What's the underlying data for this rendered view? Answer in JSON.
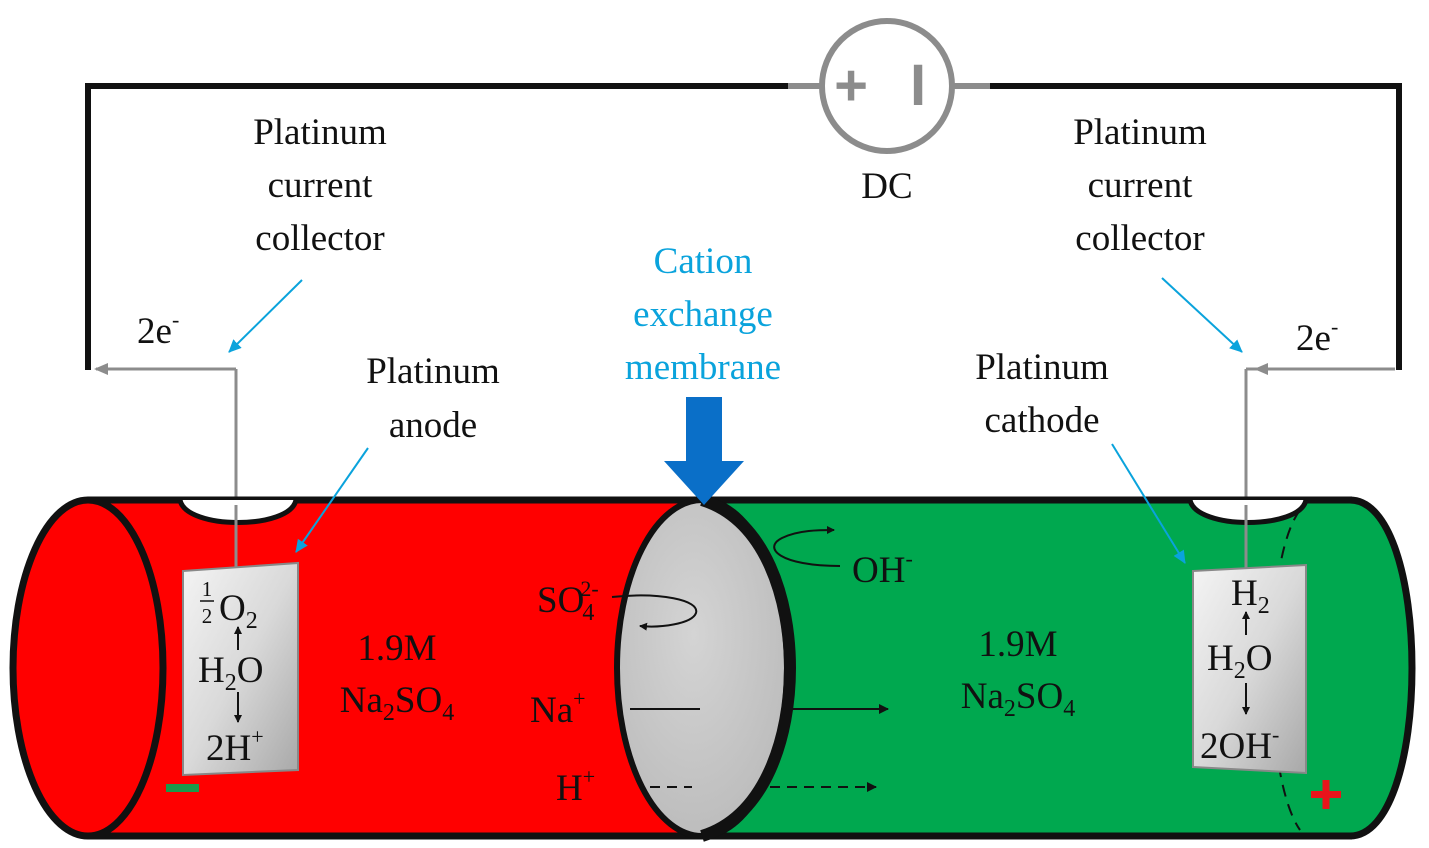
{
  "power_source": {
    "label": "DC",
    "plus_symbol": "+",
    "minus_symbol": "I"
  },
  "left": {
    "collector_label": [
      "Platinum",
      "current",
      "collector"
    ],
    "electrode_label": [
      "Platinum",
      "anode"
    ],
    "electron_label": {
      "base": "2e",
      "sup": "-"
    },
    "electrolyte": {
      "concentration": "1.9M",
      "formula_a": "Na",
      "formula_sub1": "2",
      "formula_b": "SO",
      "formula_sub2": "4"
    },
    "reaction": {
      "top_frac_num": "1",
      "top_frac_den": "2",
      "top_base": "O",
      "top_sub": "2",
      "mid_a": "H",
      "mid_sub": "2",
      "mid_b": "O",
      "bottom_base": "2H",
      "bottom_sup": "+"
    },
    "terminal_sign": "−",
    "colors": {
      "solution": "#ff0000",
      "sign": "#1a9a4b"
    }
  },
  "right": {
    "collector_label": [
      "Platinum",
      "current",
      "collector"
    ],
    "electrode_label": [
      "Platinum",
      "cathode"
    ],
    "electron_label": {
      "base": "2e",
      "sup": "-"
    },
    "electrolyte": {
      "concentration": "1.9M",
      "formula_a": "Na",
      "formula_sub1": "2",
      "formula_b": "SO",
      "formula_sub2": "4"
    },
    "reaction": {
      "top_base": "H",
      "top_sub": "2",
      "mid_a": "H",
      "mid_sub": "2",
      "mid_b": "O",
      "bottom_base": "2OH",
      "bottom_sup": "-"
    },
    "terminal_sign": "+",
    "colors": {
      "solution": "#00a84f",
      "sign": "#e8141b"
    }
  },
  "membrane": {
    "label": [
      "Cation",
      "exchange",
      "membrane"
    ],
    "colors": {
      "label": "#0aa3dc",
      "arrow": "#0a6fc8",
      "body": "#c8c8c8"
    }
  },
  "ions": {
    "sulfate": {
      "base": "SO",
      "sub": "4",
      "sup": "2-"
    },
    "sodium": {
      "base": "Na",
      "sup": "+"
    },
    "proton": {
      "base": "H",
      "sup": "+"
    },
    "hydroxide": {
      "base": "OH",
      "sup": "-"
    }
  }
}
